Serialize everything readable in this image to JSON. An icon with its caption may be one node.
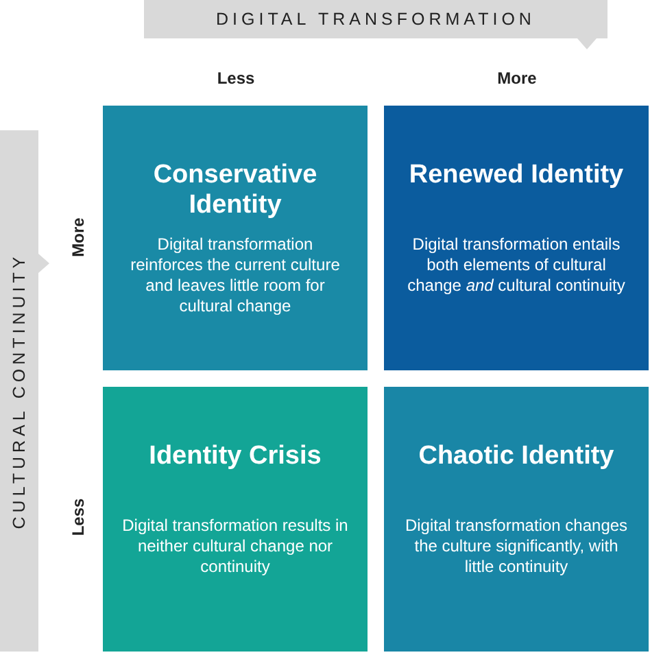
{
  "diagram": {
    "nodes": [
      {
        "text": [
          "DIGITAL TRANSFORMATION"
        ]
      },
      {
        "text": [
          "CULTURAL CONTINUITY"
        ]
      },
      {
        "text": [
          "Conservative Identity",
          "Digital transformation reinforces the current culture and leaves little room for cultural change"
        ]
      },
      {
        "text": [
          "Renewed Identity",
          "Digital transformation entails both elements of cultural change *and* cultural continuity"
        ]
      },
      {
        "text": [
          "Identity Crisis",
          "Digital transformation results in neither cultural change nor continuity"
        ]
      },
      {
        "text": [
          "Chaotic Identity",
          "Digital transformation changes the culture significantly, with little continuity"
        ]
      }
    ],
    "labels": [
      "Less",
      "More",
      "More",
      "Less"
    ]
  }
}
